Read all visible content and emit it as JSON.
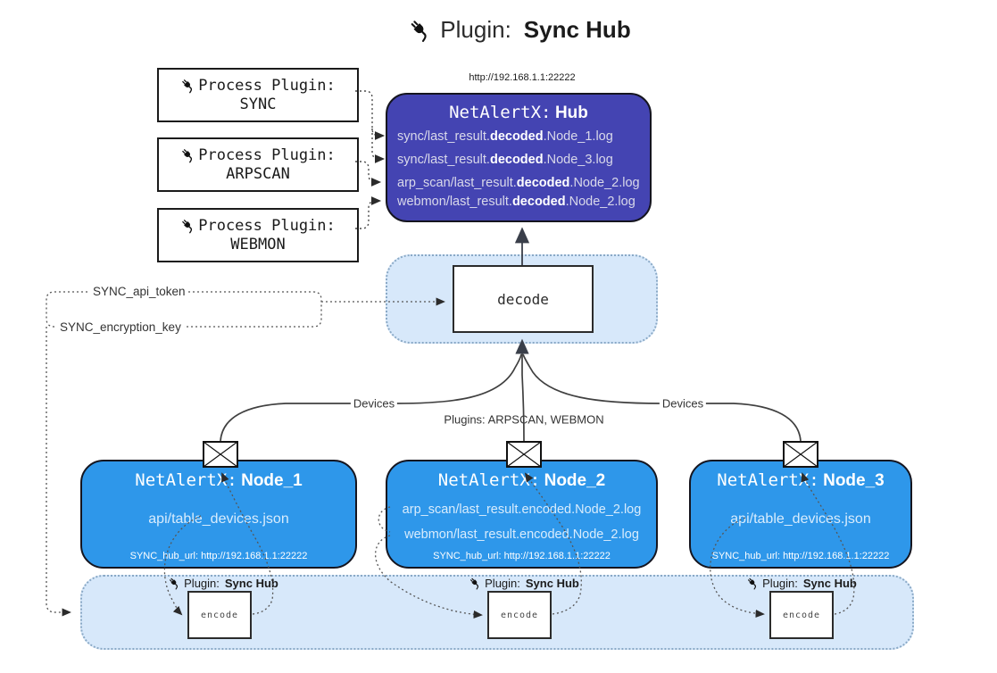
{
  "title": {
    "prefix": "Plugin:",
    "name": "Sync Hub"
  },
  "hub": {
    "url": "http://192.168.1.1:22222",
    "title_prefix": "NetAlertX:",
    "title_name": "Hub",
    "files": [
      {
        "pre": "sync/last_result.",
        "bold": "decoded",
        "post": ".Node_1.log"
      },
      {
        "pre": "sync/last_result.",
        "bold": "decoded",
        "post": ".Node_3.log"
      },
      {
        "pre": "arp_scan/last_result.",
        "bold": "decoded",
        "post": ".Node_2.log"
      },
      {
        "pre": "webmon/last_result.",
        "bold": "decoded",
        "post": ".Node_2.log"
      }
    ]
  },
  "process_plugins": [
    {
      "label": "Process Plugin:",
      "name": "SYNC"
    },
    {
      "label": "Process Plugin:",
      "name": "ARPSCAN"
    },
    {
      "label": "Process Plugin:",
      "name": "WEBMON"
    }
  ],
  "decode_label": "decode",
  "settings": {
    "api_token": "SYNC_api_token",
    "encryption_key": "SYNC_encryption_key"
  },
  "edge_labels": {
    "devices_left": "Devices",
    "plugins_center": "Plugins: ARPSCAN, WEBMON",
    "devices_right": "Devices"
  },
  "nodes": [
    {
      "title_prefix": "NetAlertX:",
      "title_name": "Node_1",
      "files": [
        "api/table_devices.json"
      ],
      "hub_url": "SYNC_hub_url: http://192.168.1.1:22222"
    },
    {
      "title_prefix": "NetAlertX:",
      "title_name": "Node_2",
      "files": [
        "arp_scan/last_result.encoded.Node_2.log",
        "webmon/last_result.encoded.Node_2.log"
      ],
      "hub_url": "SYNC_hub_url: http://192.168.1.1:22222"
    },
    {
      "title_prefix": "NetAlertX:",
      "title_name": "Node_3",
      "files": [
        "api/table_devices.json"
      ],
      "hub_url": "SYNC_hub_url: http://192.168.1.1:22222"
    }
  ],
  "encode_section": {
    "plugin_prefix": "Plugin:",
    "plugin_name": "Sync Hub",
    "box_label": "encode"
  },
  "colors": {
    "hub_fill": "#4444b2",
    "node_fill": "#2e97ea",
    "container_fill": "#d7e8fa",
    "line": "#404040"
  }
}
